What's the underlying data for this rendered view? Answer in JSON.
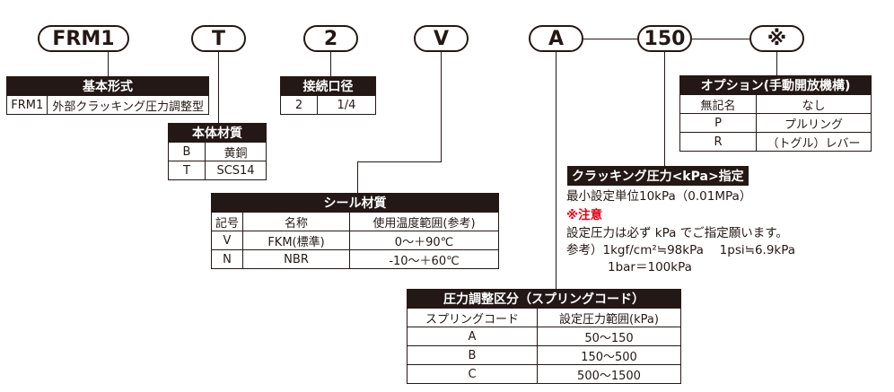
{
  "codes": [
    "FRM1",
    "T",
    "2",
    "V",
    "A",
    "150",
    "※"
  ],
  "basic": {
    "title": "基本形式",
    "rows": [
      [
        "FRM1",
        "外部クラッキング圧力調整型"
      ]
    ]
  },
  "body": {
    "title": "本体材質",
    "rows": [
      [
        "B",
        "黄銅"
      ],
      [
        "T",
        "SCS14"
      ]
    ]
  },
  "port": {
    "title": "接続口径",
    "rows": [
      [
        "2",
        "1/4"
      ]
    ]
  },
  "seal": {
    "title": "シール材質",
    "headers": [
      "記号",
      "名称",
      "使用温度範囲(参考)"
    ],
    "rows": [
      [
        "V",
        "FKM(標準)",
        "0～＋90℃"
      ],
      [
        "N",
        "NBR",
        "-10～＋60℃"
      ]
    ]
  },
  "spring": {
    "title": "圧力調整区分（スプリングコード）",
    "headers": [
      "スプリングコード",
      "設定圧力範囲(kPa)"
    ],
    "rows": [
      [
        "A",
        "50～150"
      ],
      [
        "B",
        "150～500"
      ],
      [
        "C",
        "500～1500"
      ]
    ]
  },
  "option": {
    "title": "オプション(手動開放機構)",
    "headers": [
      "無記名",
      "なし"
    ],
    "rows": [
      [
        "P",
        "プルリング"
      ],
      [
        "R",
        "（トグル）レバー"
      ]
    ]
  },
  "cracking": {
    "title": "クラッキング圧力<kPa>指定",
    "line1": "最小設定単位10kPa（0.01MPa）",
    "caution": "※注意",
    "line2": "設定圧力は必ず kPa でご指定願います。",
    "line3": "参考）1kgf/cm²≒98kPa　 1psi≒6.9kPa",
    "line4": "1bar＝100kPa",
    "caution_color": "#e60012"
  }
}
